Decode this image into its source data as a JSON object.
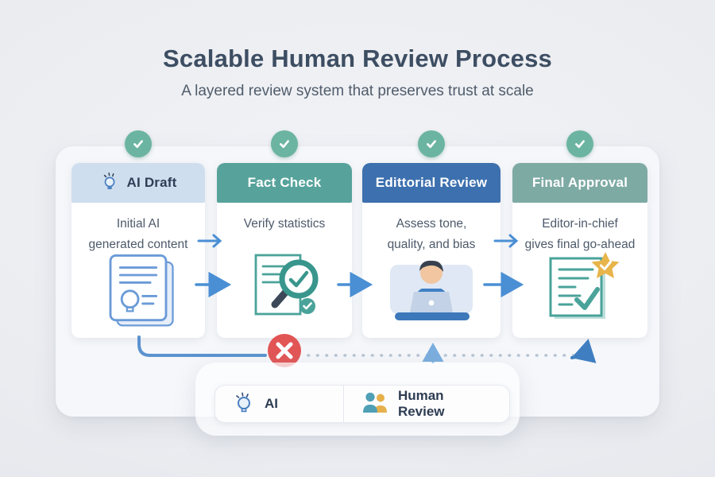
{
  "page": {
    "title": "Scalable Human Review Process",
    "subtitle": "A layered review system that preserves trust at scale"
  },
  "stages": [
    {
      "title": "AI Draft",
      "description_line1": "Initial AI",
      "description_line2": "generated content",
      "header_bg": "#cfdeee",
      "header_text_color": "#2e3e56",
      "icon": "document-lightbulb-icon",
      "actor": "AI"
    },
    {
      "title": "Fact Check",
      "description_line1": "Verify statistics",
      "description_line2": "",
      "header_bg": "#57a39b",
      "header_text_color": "#ffffff",
      "icon": "document-magnifier-check-icon",
      "actor": "Human Review"
    },
    {
      "title": "Edittorial Review",
      "description_line1": "Assess tone,",
      "description_line2": "quality, and bias",
      "header_bg": "#3d70ae",
      "header_text_color": "#ffffff",
      "icon": "person-at-laptop-icon",
      "actor": "Human Review"
    },
    {
      "title": "Final Approval",
      "description_line1": "Editor-in-chief",
      "description_line2": "gives final go-ahead",
      "header_bg": "#7eaaa4",
      "header_text_color": "#ffffff",
      "icon": "document-star-check-icon",
      "actor": "Human Review"
    }
  ],
  "legend": {
    "ai_label": "AI",
    "human_label": "Human Review"
  },
  "colors": {
    "stage_complete_badge": "#6cb4a2",
    "flow_arrow_blue": "#4a8fd4",
    "feedback_loop_blue": "#5b93cf",
    "reject_red": "#e25555",
    "dotted_return_gray": "#b7c3d4",
    "approval_star_gold": "#e8b54a",
    "title_text": "#3d4e63"
  }
}
